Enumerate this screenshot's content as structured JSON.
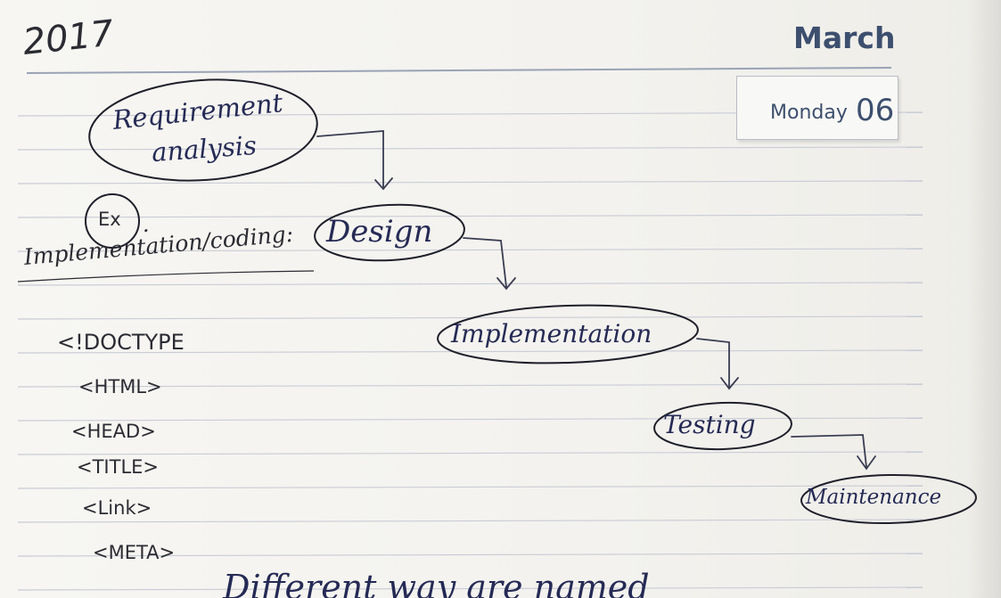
{
  "header": {
    "year": "2017",
    "month": "March",
    "day_of_week": "Monday",
    "day_number": "06"
  },
  "flow": {
    "steps": [
      {
        "line1": "Requirement",
        "line2": "analysis"
      },
      {
        "line1": "Design"
      },
      {
        "line1": "Implementation"
      },
      {
        "line1": "Testing"
      },
      {
        "line1": "Maintenance"
      }
    ]
  },
  "notes": {
    "ex_label": "Ex",
    "ex_dot": ".",
    "section_title": "Implementation/coding:",
    "code_lines": [
      "<!DOCTYPE",
      "<HTML>",
      "<HEAD>",
      "<TITLE>",
      "<Link>",
      "<META>"
    ],
    "bottom_line": "Different way are named"
  },
  "colors": {
    "paper": "#f4f3ef",
    "rule_line": "#c9ccd6",
    "blue_ink": "#252a55",
    "dark_ink": "#2b2b33",
    "print": "#3d4f6e"
  }
}
